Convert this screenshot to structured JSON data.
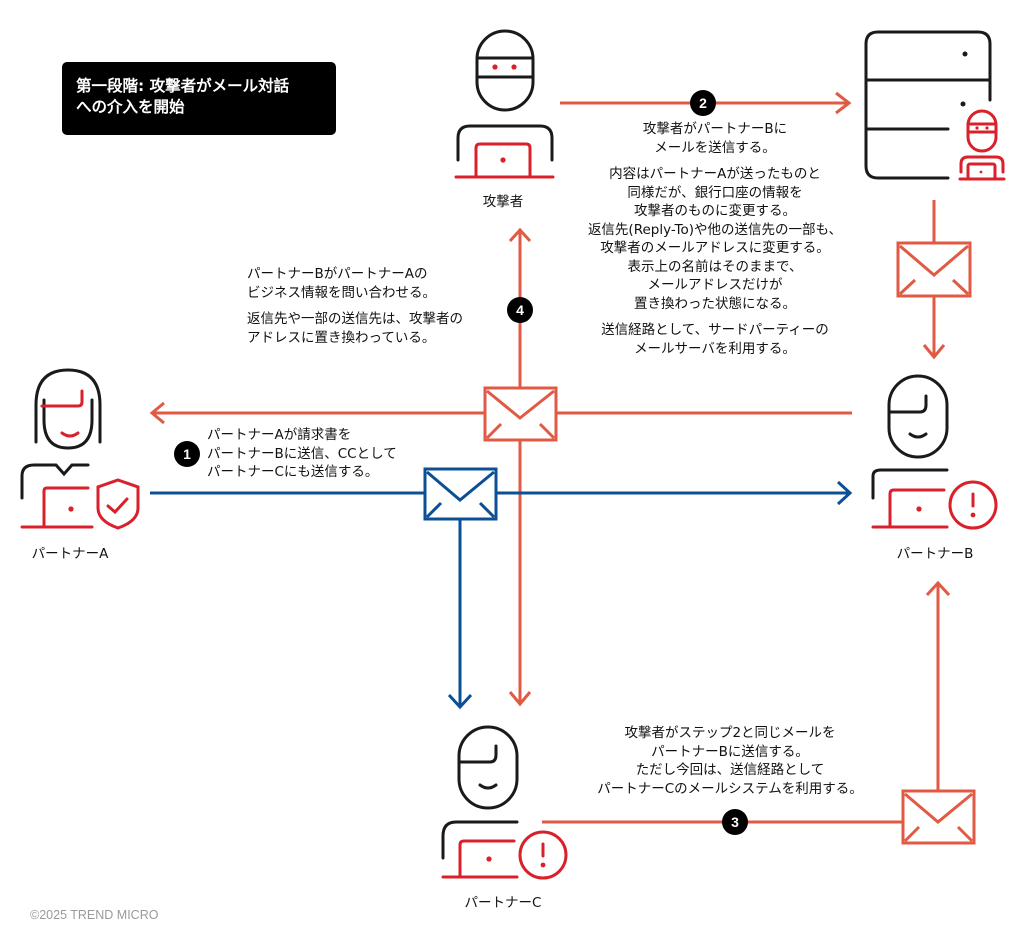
{
  "title": {
    "line1": "第一段階: 攻撃者がメール対話",
    "line2": "への介入を開始"
  },
  "actors": {
    "attacker": "攻撃者",
    "partner_a": "パートナーA",
    "partner_b": "パートナーB",
    "partner_c": "パートナーC"
  },
  "steps": [
    {
      "number": "1",
      "lines": [
        "パートナーAが請求書を",
        "パートナーBに送信、CCとして",
        "パートナーCにも送信する。"
      ]
    },
    {
      "number": "2",
      "paragraphs": [
        [
          "攻撃者がパートナーBに",
          "メールを送信する。"
        ],
        [
          "内容はパートナーAが送ったものと",
          "同様だが、銀行口座の情報を",
          "攻撃者のものに変更する。",
          "返信先(Reply-To)や他の送信先の一部も、",
          "攻撃者のメールアドレスに変更する。",
          "表示上の名前はそのままで、",
          "メールアドレスだけが",
          "置き換わった状態になる。"
        ],
        [
          "送信経路として、サードパーティーの",
          "メールサーバを利用する。"
        ]
      ]
    },
    {
      "number": "3",
      "lines": [
        "攻撃者がステップ2と同じメールを",
        "パートナーBに送信する。",
        "ただし今回は、送信経路として",
        "パートナーCのメールシステムを利用する。"
      ]
    },
    {
      "number": "4",
      "paragraphs": [
        [
          "パートナーBがパートナーAの",
          "ビジネス情報を問い合わせる。"
        ],
        [
          "返信先や一部の送信先は、攻撃者の",
          "アドレスに置き換わっている。"
        ]
      ]
    }
  ],
  "colors": {
    "attack_line": "#e05a44",
    "legit_line": "#0b4f94",
    "icon_red": "#d9202b",
    "icon_black": "#1a1a1a",
    "badge": "#000000"
  },
  "footer": {
    "copyright": "©2025 TREND MICRO"
  }
}
